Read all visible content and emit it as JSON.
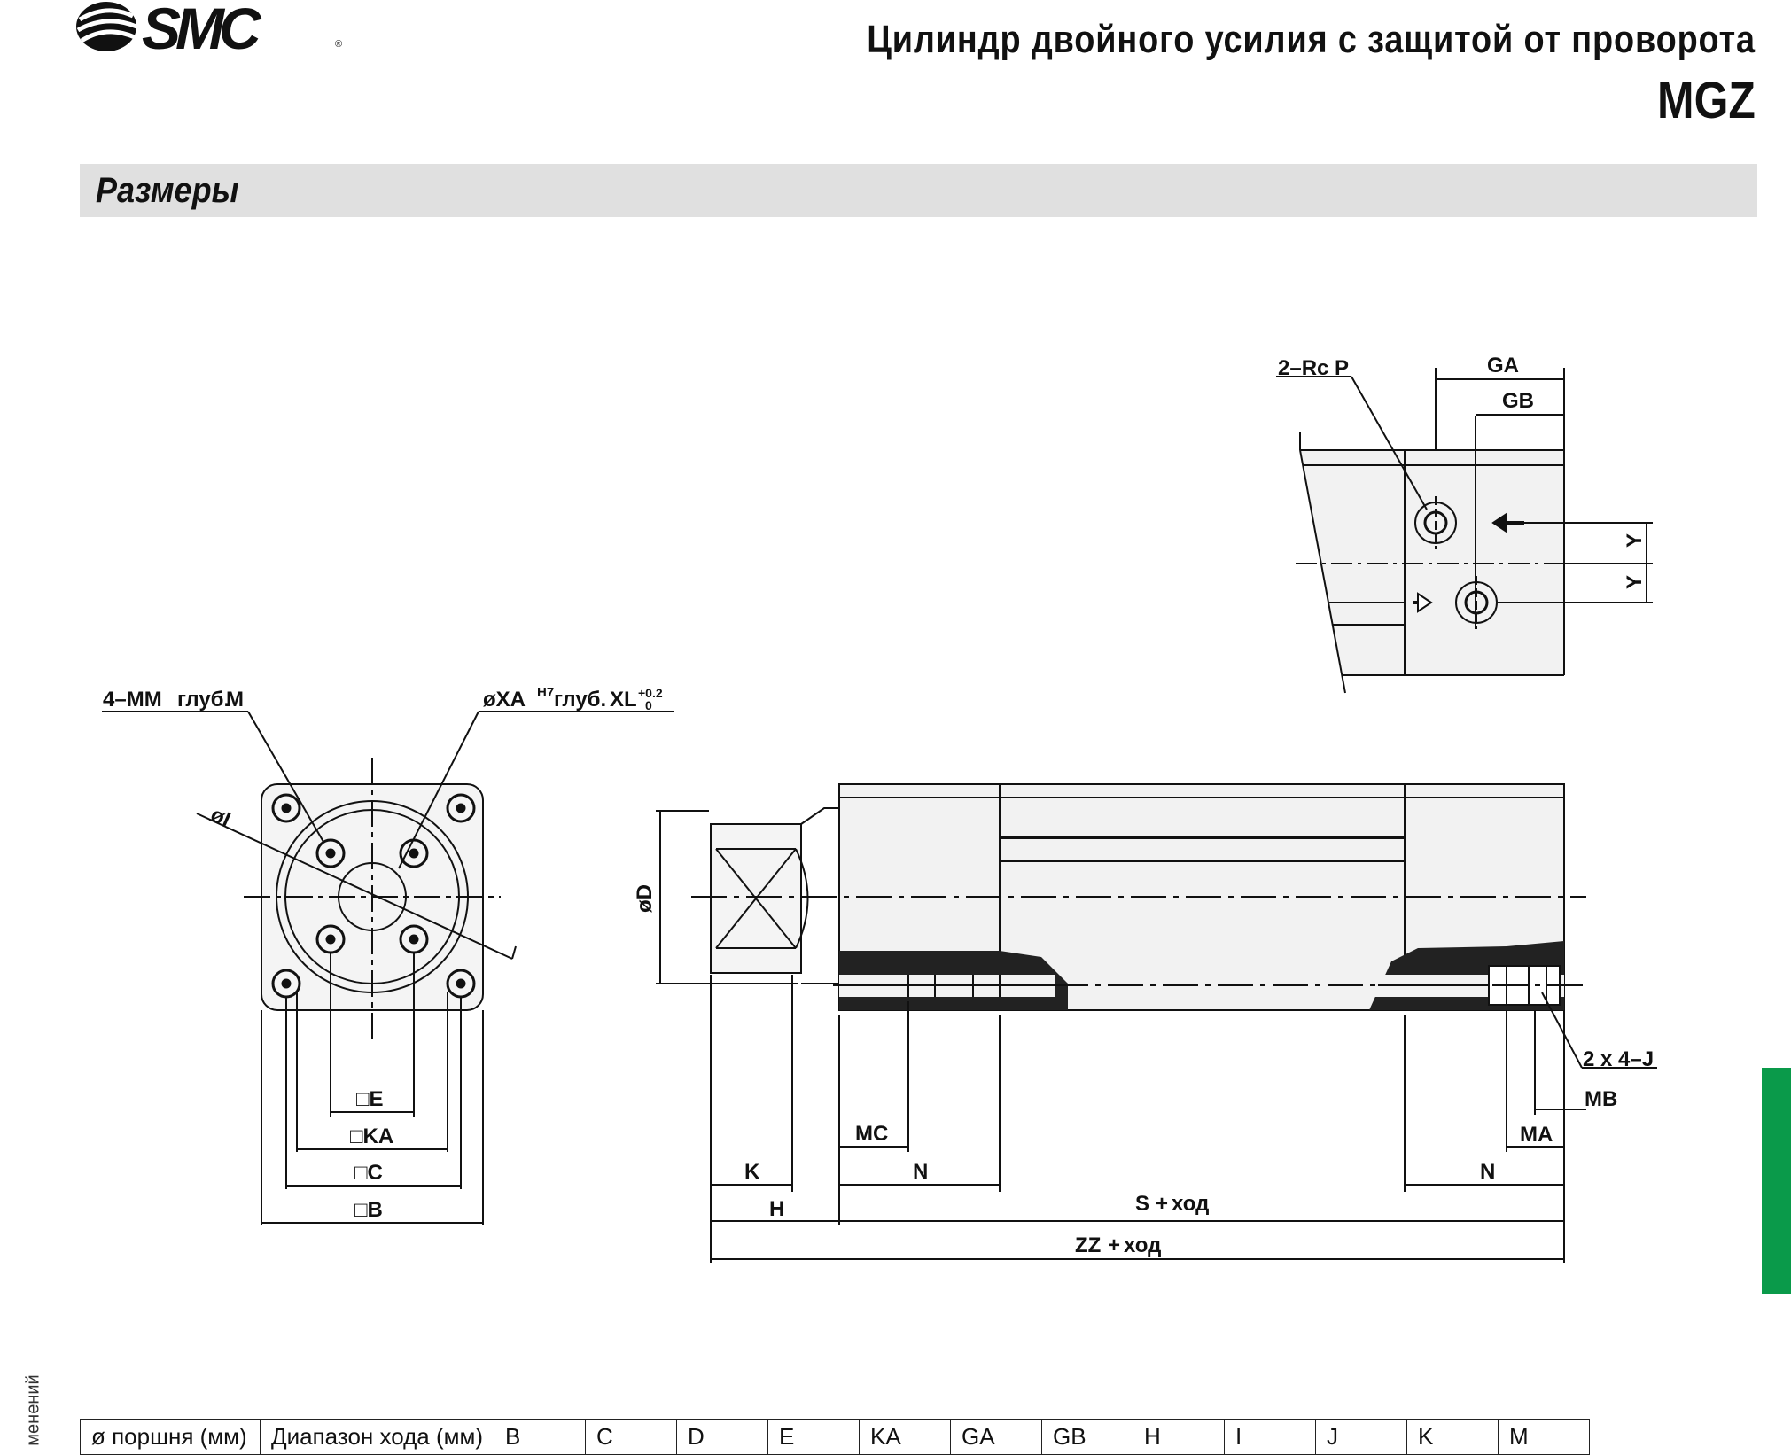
{
  "header": {
    "logo": "SMC",
    "title": "Цилиндр двойного усилия с защитой от проворота",
    "model": "MGZ"
  },
  "section": {
    "title": "Размеры"
  },
  "side_note": "менений",
  "labels": {
    "rc_p": "2–Rc P",
    "ga": "GA",
    "gb": "GB",
    "y1": "Y",
    "y2": "Y",
    "mm_label": "4–MM",
    "glub1": "глуб.",
    "m": "M",
    "xa": "øXA",
    "h7": "H7",
    "glub2": "глуб.",
    "xl": "XL",
    "tol_plus": "+0.2",
    "tol_zero": "0",
    "oi": "øI",
    "od": "øD",
    "e": "□E",
    "ka": "□KA",
    "c": "□C",
    "b": "□B",
    "j": "2 x 4–J",
    "mb": "MB",
    "ma": "MA",
    "mc": "MC",
    "k": "K",
    "n1": "N",
    "n2": "N",
    "h": "H",
    "s": "S",
    "s_plus": "+",
    "s_stroke": "ход",
    "zz": "ZZ",
    "zz_plus": "+",
    "zz_stroke": "ход"
  },
  "table": {
    "headers": [
      "ø поршня (мм)",
      "Диапазон хода (мм)",
      "B",
      "C",
      "D",
      "E",
      "KA",
      "GA",
      "GB",
      "H",
      "I",
      "J",
      "K",
      "M"
    ]
  },
  "colors": {
    "accent_green": "#0a9a4a",
    "section_bar": "#e0e0e0"
  }
}
